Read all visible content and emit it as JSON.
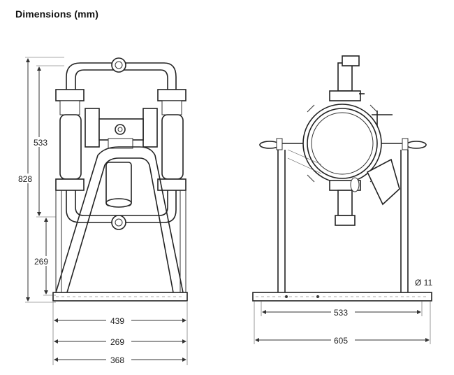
{
  "title": "Dimensions (mm)",
  "dimensions": {
    "overall_height": "828",
    "port_to_port": "533",
    "base_to_bottom_port": "269",
    "front_width_outer": "439",
    "front_width_mid": "269",
    "front_width_inner": "368",
    "side_mount_spacing": "533",
    "side_base_length": "605",
    "mount_hole_diameter": "Ø 11"
  }
}
